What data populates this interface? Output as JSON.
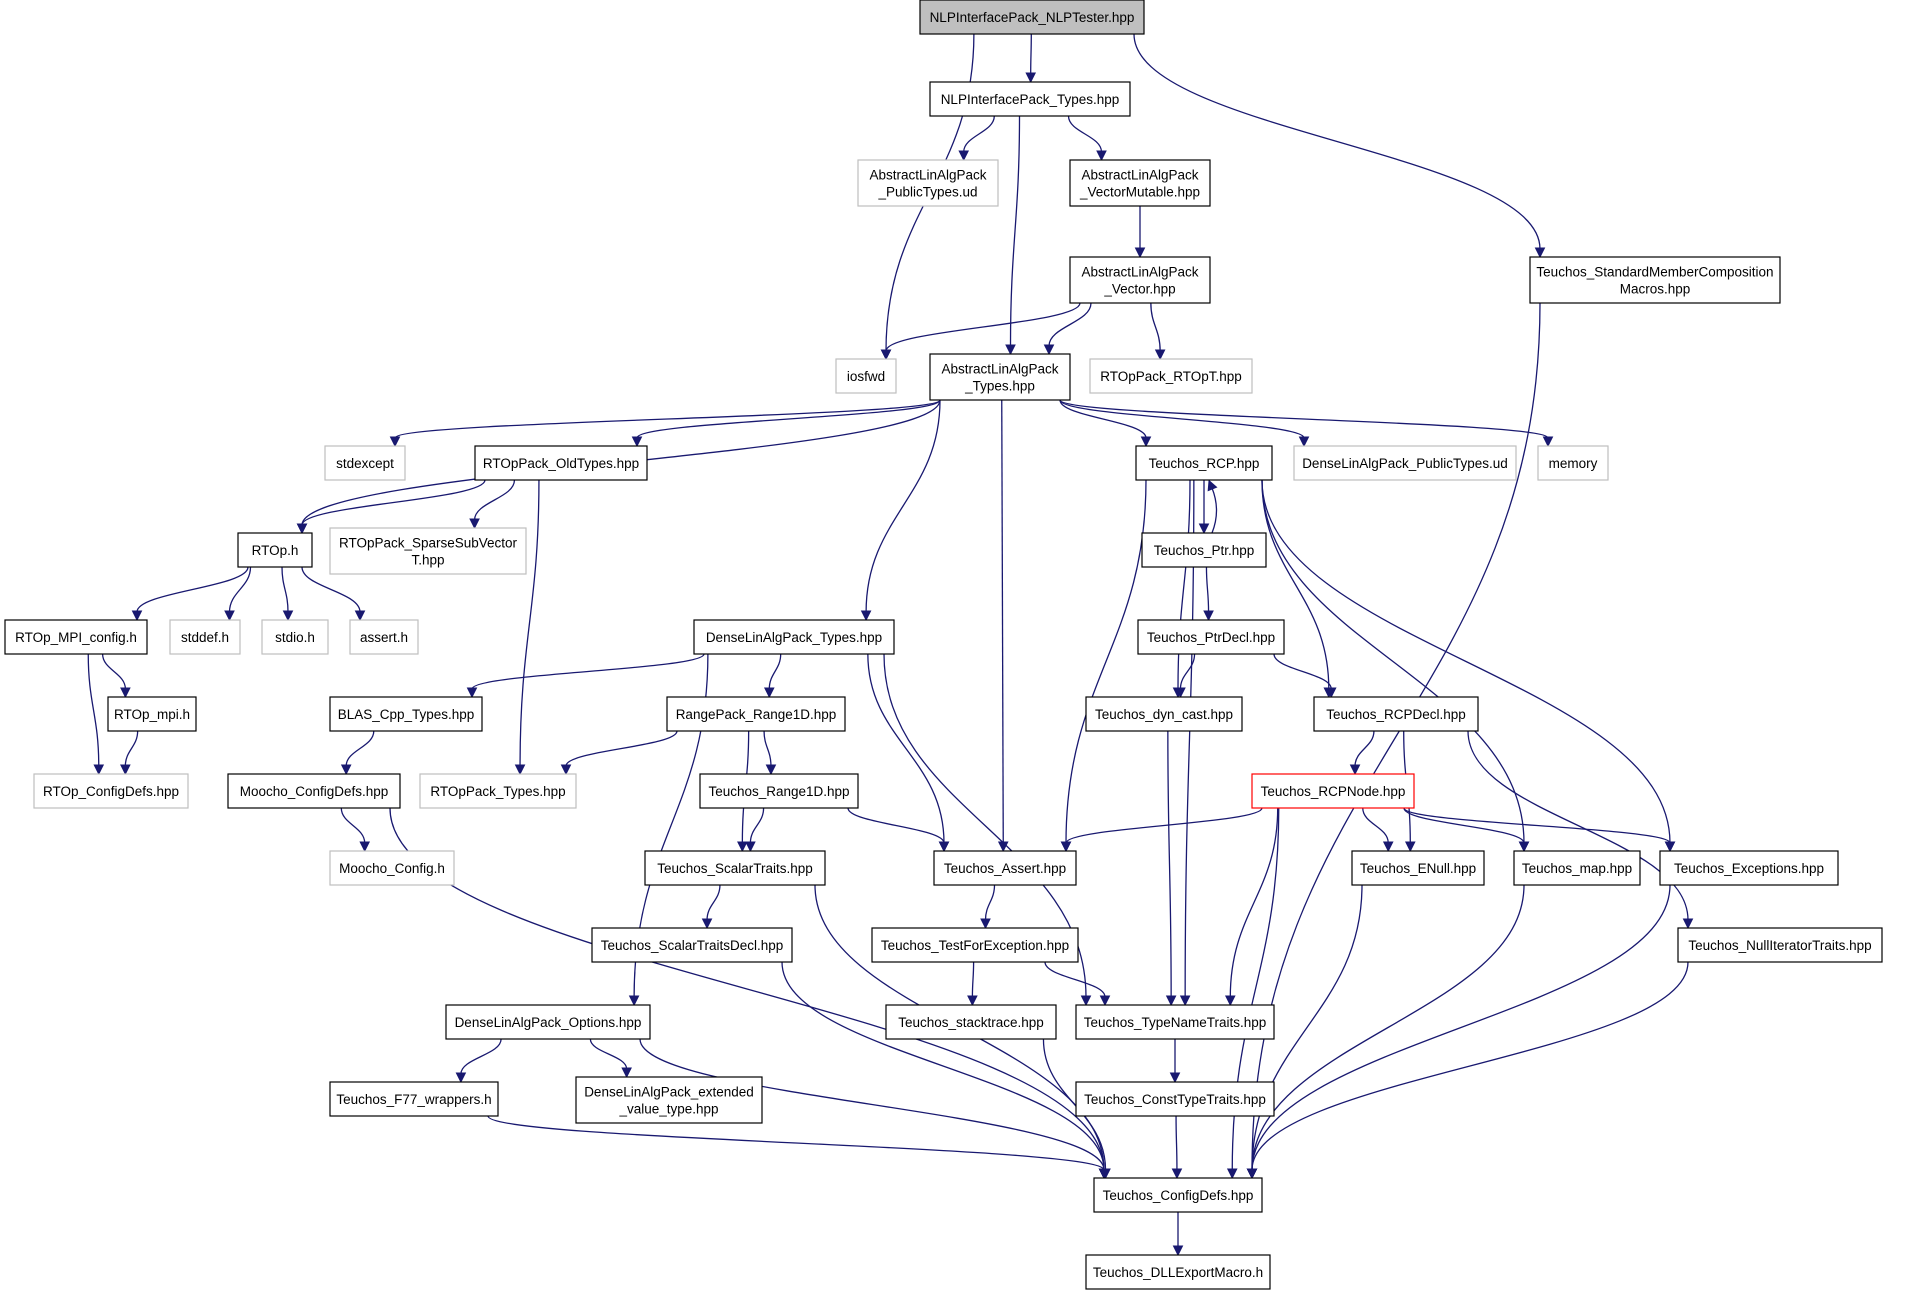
{
  "colors": {
    "edge": "#191970",
    "box_border": "#000000",
    "external_border": "#bfbfbf",
    "truncated_border": "#ff0000",
    "root_fill": "#bfbfbf"
  },
  "nodes": {
    "nlptester": {
      "lines": [
        "NLPInterfacePack_NLPTester.hpp"
      ],
      "style": "root"
    },
    "nlptypes": {
      "lines": [
        "NLPInterfacePack_Types.hpp"
      ],
      "style": "normal"
    },
    "alap_publictypes": {
      "lines": [
        "AbstractLinAlgPack",
        "_PublicTypes.ud"
      ],
      "style": "external"
    },
    "alap_vecmut": {
      "lines": [
        "AbstractLinAlgPack",
        "_VectorMutable.hpp"
      ],
      "style": "normal"
    },
    "teuchos_smcm": {
      "lines": [
        "Teuchos_StandardMemberComposition",
        "Macros.hpp"
      ],
      "style": "normal"
    },
    "alap_vector": {
      "lines": [
        "AbstractLinAlgPack",
        "_Vector.hpp"
      ],
      "style": "normal"
    },
    "iosfwd": {
      "lines": [
        "iosfwd"
      ],
      "style": "external"
    },
    "alap_types": {
      "lines": [
        "AbstractLinAlgPack",
        "_Types.hpp"
      ],
      "style": "normal"
    },
    "rtoppack_rtopt": {
      "lines": [
        "RTOpPack_RTOpT.hpp"
      ],
      "style": "external"
    },
    "stdexcept": {
      "lines": [
        "stdexcept"
      ],
      "style": "external"
    },
    "rtoppack_oldtypes": {
      "lines": [
        "RTOpPack_OldTypes.hpp"
      ],
      "style": "normal"
    },
    "teuchos_rcp": {
      "lines": [
        "Teuchos_RCP.hpp"
      ],
      "style": "normal"
    },
    "dlap_publictypes": {
      "lines": [
        "DenseLinAlgPack_PublicTypes.ud"
      ],
      "style": "external"
    },
    "memory": {
      "lines": [
        "memory"
      ],
      "style": "external"
    },
    "rtop_h": {
      "lines": [
        "RTOp.h"
      ],
      "style": "normal"
    },
    "rtoppack_sparse": {
      "lines": [
        "RTOpPack_SparseSubVector",
        "T.hpp"
      ],
      "style": "external"
    },
    "teuchos_ptr": {
      "lines": [
        "Teuchos_Ptr.hpp"
      ],
      "style": "normal"
    },
    "rtop_mpi_config": {
      "lines": [
        "RTOp_MPI_config.h"
      ],
      "style": "normal"
    },
    "stddef": {
      "lines": [
        "stddef.h"
      ],
      "style": "external"
    },
    "stdio": {
      "lines": [
        "stdio.h"
      ],
      "style": "external"
    },
    "assert_h": {
      "lines": [
        "assert.h"
      ],
      "style": "external"
    },
    "dlap_types": {
      "lines": [
        "DenseLinAlgPack_Types.hpp"
      ],
      "style": "normal"
    },
    "teuchos_ptrdecl": {
      "lines": [
        "Teuchos_PtrDecl.hpp"
      ],
      "style": "normal"
    },
    "rtop_mpi": {
      "lines": [
        "RTOp_mpi.h"
      ],
      "style": "normal"
    },
    "blas_cpp": {
      "lines": [
        "BLAS_Cpp_Types.hpp"
      ],
      "style": "normal"
    },
    "rangepack": {
      "lines": [
        "RangePack_Range1D.hpp"
      ],
      "style": "normal"
    },
    "teuchos_dyncast": {
      "lines": [
        "Teuchos_dyn_cast.hpp"
      ],
      "style": "normal"
    },
    "teuchos_rcpdecl": {
      "lines": [
        "Teuchos_RCPDecl.hpp"
      ],
      "style": "normal"
    },
    "rtop_configdefs": {
      "lines": [
        "RTOp_ConfigDefs.hpp"
      ],
      "style": "external"
    },
    "moocho_configdefs": {
      "lines": [
        "Moocho_ConfigDefs.hpp"
      ],
      "style": "normal"
    },
    "rtoppack_types": {
      "lines": [
        "RTOpPack_Types.hpp"
      ],
      "style": "external"
    },
    "teuchos_range1d": {
      "lines": [
        "Teuchos_Range1D.hpp"
      ],
      "style": "normal"
    },
    "teuchos_rcpnode": {
      "lines": [
        "Teuchos_RCPNode.hpp"
      ],
      "style": "truncated"
    },
    "moocho_config": {
      "lines": [
        "Moocho_Config.h"
      ],
      "style": "external"
    },
    "teuchos_scalartraits": {
      "lines": [
        "Teuchos_ScalarTraits.hpp"
      ],
      "style": "normal"
    },
    "teuchos_assert": {
      "lines": [
        "Teuchos_Assert.hpp"
      ],
      "style": "normal"
    },
    "teuchos_enull": {
      "lines": [
        "Teuchos_ENull.hpp"
      ],
      "style": "normal"
    },
    "teuchos_map": {
      "lines": [
        "Teuchos_map.hpp"
      ],
      "style": "normal"
    },
    "teuchos_exceptions": {
      "lines": [
        "Teuchos_Exceptions.hpp"
      ],
      "style": "normal"
    },
    "teuchos_scalartraitsdecl": {
      "lines": [
        "Teuchos_ScalarTraitsDecl.hpp"
      ],
      "style": "normal"
    },
    "teuchos_testforexc": {
      "lines": [
        "Teuchos_TestForException.hpp"
      ],
      "style": "normal"
    },
    "teuchos_nulliter": {
      "lines": [
        "Teuchos_NullIteratorTraits.hpp"
      ],
      "style": "normal"
    },
    "dlap_options": {
      "lines": [
        "DenseLinAlgPack_Options.hpp"
      ],
      "style": "normal"
    },
    "teuchos_stacktrace": {
      "lines": [
        "Teuchos_stacktrace.hpp"
      ],
      "style": "normal"
    },
    "teuchos_typename": {
      "lines": [
        "Teuchos_TypeNameTraits.hpp"
      ],
      "style": "normal"
    },
    "teuchos_f77": {
      "lines": [
        "Teuchos_F77_wrappers.h"
      ],
      "style": "normal"
    },
    "dlap_extended": {
      "lines": [
        "DenseLinAlgPack_extended",
        "_value_type.hpp"
      ],
      "style": "normal"
    },
    "teuchos_consttype": {
      "lines": [
        "Teuchos_ConstTypeTraits.hpp"
      ],
      "style": "normal"
    },
    "teuchos_configdefs": {
      "lines": [
        "Teuchos_ConfigDefs.hpp"
      ],
      "style": "normal"
    },
    "teuchos_dllexport": {
      "lines": [
        "Teuchos_DLLExportMacro.h"
      ],
      "style": "normal"
    }
  },
  "edges": [
    [
      "nlptester",
      "nlptypes"
    ],
    [
      "nlptester",
      "iosfwd"
    ],
    [
      "nlptester",
      "teuchos_smcm"
    ],
    [
      "nlptypes",
      "alap_publictypes"
    ],
    [
      "nlptypes",
      "alap_vecmut"
    ],
    [
      "nlptypes",
      "alap_types"
    ],
    [
      "alap_vecmut",
      "alap_vector"
    ],
    [
      "alap_vector",
      "iosfwd"
    ],
    [
      "alap_vector",
      "alap_types"
    ],
    [
      "alap_vector",
      "rtoppack_rtopt"
    ],
    [
      "teuchos_smcm",
      "teuchos_configdefs"
    ],
    [
      "alap_types",
      "stdexcept"
    ],
    [
      "alap_types",
      "rtoppack_oldtypes"
    ],
    [
      "alap_types",
      "rtop_h"
    ],
    [
      "alap_types",
      "teuchos_rcp"
    ],
    [
      "alap_types",
      "dlap_publictypes"
    ],
    [
      "alap_types",
      "memory"
    ],
    [
      "alap_types",
      "dlap_types"
    ],
    [
      "alap_types",
      "teuchos_assert"
    ],
    [
      "rtoppack_oldtypes",
      "rtop_h"
    ],
    [
      "rtoppack_oldtypes",
      "rtoppack_sparse"
    ],
    [
      "rtoppack_oldtypes",
      "rtoppack_types"
    ],
    [
      "rtop_h",
      "rtop_mpi_config"
    ],
    [
      "rtop_h",
      "stddef"
    ],
    [
      "rtop_h",
      "stdio"
    ],
    [
      "rtop_h",
      "assert_h"
    ],
    [
      "rtop_mpi_config",
      "rtop_mpi"
    ],
    [
      "rtop_mpi_config",
      "rtop_configdefs"
    ],
    [
      "rtop_mpi",
      "rtop_configdefs"
    ],
    [
      "teuchos_rcp",
      "teuchos_ptr"
    ],
    [
      "teuchos_ptr",
      "teuchos_rcp"
    ],
    [
      "teuchos_rcp",
      "teuchos_dyncast"
    ],
    [
      "teuchos_rcp",
      "teuchos_rcpdecl"
    ],
    [
      "teuchos_rcp",
      "teuchos_assert"
    ],
    [
      "teuchos_rcp",
      "teuchos_typename"
    ],
    [
      "teuchos_rcp",
      "teuchos_map"
    ],
    [
      "teuchos_rcp",
      "teuchos_exceptions"
    ],
    [
      "teuchos_ptr",
      "teuchos_ptrdecl"
    ],
    [
      "teuchos_ptrdecl",
      "teuchos_dyncast"
    ],
    [
      "teuchos_ptrdecl",
      "teuchos_rcpdecl"
    ],
    [
      "teuchos_rcpdecl",
      "teuchos_rcpnode"
    ],
    [
      "teuchos_rcpdecl",
      "teuchos_enull"
    ],
    [
      "teuchos_rcpdecl",
      "teuchos_nulliter"
    ],
    [
      "teuchos_rcpnode",
      "teuchos_assert"
    ],
    [
      "teuchos_rcpnode",
      "teuchos_enull"
    ],
    [
      "teuchos_rcpnode",
      "teuchos_map"
    ],
    [
      "teuchos_rcpnode",
      "teuchos_exceptions"
    ],
    [
      "teuchos_rcpnode",
      "teuchos_typename"
    ],
    [
      "teuchos_rcpnode",
      "teuchos_configdefs"
    ],
    [
      "teuchos_dyncast",
      "teuchos_typename"
    ],
    [
      "dlap_types",
      "blas_cpp"
    ],
    [
      "dlap_types",
      "rangepack"
    ],
    [
      "dlap_types",
      "teuchos_assert"
    ],
    [
      "dlap_types",
      "teuchos_typename"
    ],
    [
      "dlap_types",
      "dlap_options"
    ],
    [
      "blas_cpp",
      "moocho_configdefs"
    ],
    [
      "moocho_configdefs",
      "moocho_config"
    ],
    [
      "moocho_configdefs",
      "teuchos_configdefs"
    ],
    [
      "rangepack",
      "rtoppack_types"
    ],
    [
      "rangepack",
      "teuchos_range1d"
    ],
    [
      "rangepack",
      "teuchos_scalartraits"
    ],
    [
      "teuchos_range1d",
      "teuchos_scalartraits"
    ],
    [
      "teuchos_range1d",
      "teuchos_assert"
    ],
    [
      "teuchos_scalartraits",
      "teuchos_scalartraitsdecl"
    ],
    [
      "teuchos_scalartraits",
      "teuchos_configdefs"
    ],
    [
      "teuchos_scalartraitsdecl",
      "teuchos_configdefs"
    ],
    [
      "teuchos_assert",
      "teuchos_testforexc"
    ],
    [
      "teuchos_testforexc",
      "teuchos_stacktrace"
    ],
    [
      "teuchos_testforexc",
      "teuchos_typename"
    ],
    [
      "teuchos_stacktrace",
      "teuchos_configdefs"
    ],
    [
      "teuchos_typename",
      "teuchos_consttype"
    ],
    [
      "teuchos_consttype",
      "teuchos_configdefs"
    ],
    [
      "teuchos_enull",
      "teuchos_configdefs"
    ],
    [
      "teuchos_map",
      "teuchos_configdefs"
    ],
    [
      "teuchos_exceptions",
      "teuchos_configdefs"
    ],
    [
      "teuchos_nulliter",
      "teuchos_configdefs"
    ],
    [
      "dlap_options",
      "teuchos_f77"
    ],
    [
      "dlap_options",
      "dlap_extended"
    ],
    [
      "dlap_options",
      "teuchos_configdefs"
    ],
    [
      "teuchos_f77",
      "teuchos_configdefs"
    ],
    [
      "teuchos_configdefs",
      "teuchos_dllexport"
    ]
  ]
}
